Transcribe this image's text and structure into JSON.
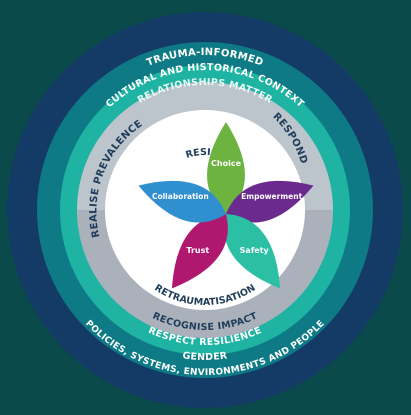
{
  "rings": {
    "outer_top": "TRAUMA-INFORMED",
    "outer_bottom": "POLICIES, SYSTEMS, ENVIRONMENTS AND PEOPLE",
    "second_top": "CULTURAL AND HISTORICAL CONTEXT",
    "second_bottom": "GENDER",
    "third_top": "RELATIONSHIPS MATTER",
    "third_bottom": "RESPECT RESILIENCE",
    "fourth_left": "REALISE PREVALENCE",
    "fourth_right": "RESPOND",
    "fourth_bottom": "RECOGNISE IMPACT"
  },
  "inner": {
    "top": "RESIST",
    "bottom": "RETRAUMATISATION"
  },
  "petals": [
    {
      "label": "Choice",
      "color": "#6db33f"
    },
    {
      "label": "Empowerment",
      "color": "#6a2a8e"
    },
    {
      "label": "Safety",
      "color": "#2bbfa4"
    },
    {
      "label": "Trust",
      "color": "#b0186f"
    },
    {
      "label": "Collaboration",
      "color": "#2f8fcf"
    }
  ],
  "colors": {
    "background": "#0b4a4a",
    "ring_outer": "#143a66",
    "ring_second": "#0d7a85",
    "ring_third": "#1fb3a3",
    "ring_fourth": "#bcc4cc",
    "inner": "#ffffff"
  }
}
